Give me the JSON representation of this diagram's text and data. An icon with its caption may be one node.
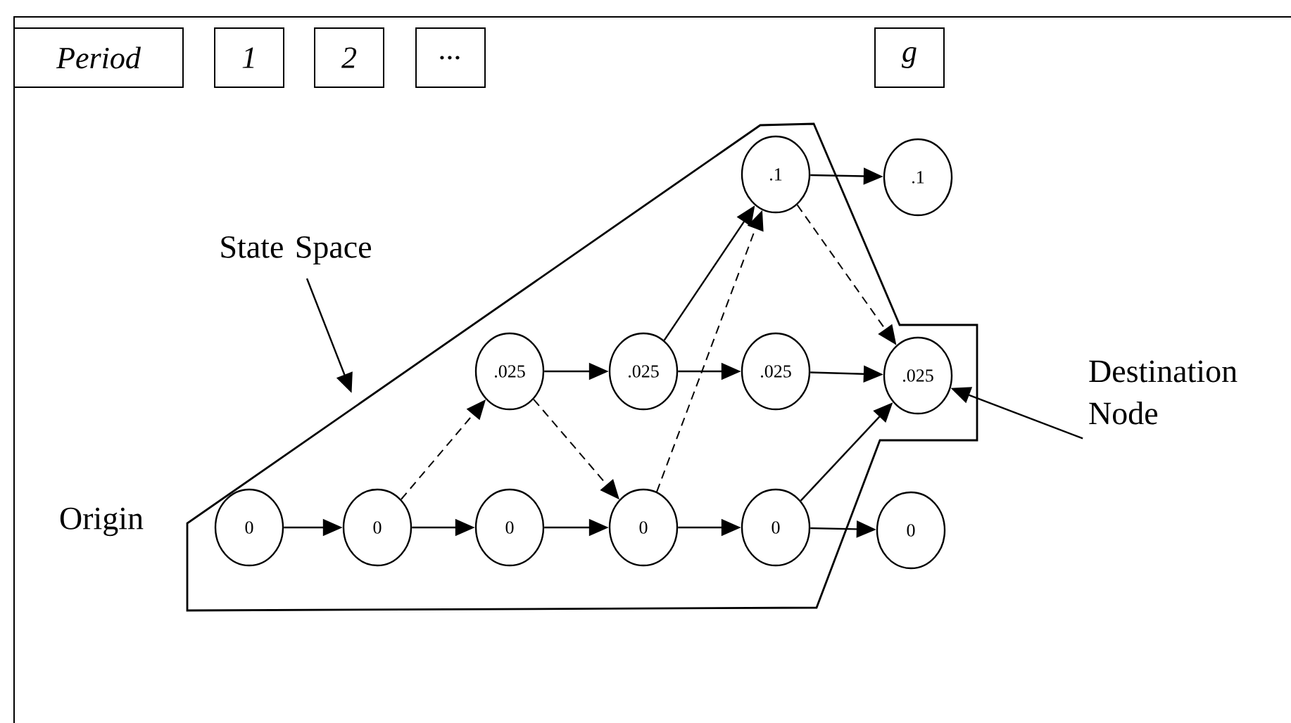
{
  "diagram": {
    "nodes": [
      {
        "text": [
          "Period"
        ]
      },
      {
        "text": [
          "1"
        ]
      },
      {
        "text": [
          "2"
        ]
      },
      {
        "text": [
          "..."
        ]
      },
      {
        "text": [
          "g"
        ]
      },
      {
        "text": [],
        "shape": "polygon"
      },
      {
        "text": [
          ".1"
        ],
        "in": 5
      },
      {
        "text": [
          ".1"
        ]
      },
      {
        "text": [
          "State Space"
        ]
      },
      {
        "text": [
          ".025"
        ],
        "in": 5
      },
      {
        "text": [
          ".025"
        ],
        "in": 5
      },
      {
        "text": [
          ".025"
        ],
        "in": 5
      },
      {
        "text": [
          ".025"
        ],
        "in": 5
      },
      {
        "text": [
          "Destination Node"
        ]
      },
      {
        "text": [
          "0"
        ],
        "in": 5,
        "beside": [
          "Origin"
        ]
      },
      {
        "text": [
          "0"
        ],
        "in": 5
      },
      {
        "text": [
          "0"
        ],
        "in": 5
      },
      {
        "text": [
          "0"
        ],
        "in": 5
      },
      {
        "text": [
          "0"
        ],
        "in": 5
      },
      {
        "text": [
          "0"
        ]
      }
    ],
    "edges": [
      {
        "from": 14,
        "to": 15,
        "arrow": "to"
      },
      {
        "from": 15,
        "to": 16,
        "arrow": "to"
      },
      {
        "from": 16,
        "to": 17,
        "arrow": "to"
      },
      {
        "from": 17,
        "to": 18,
        "arrow": "to"
      },
      {
        "from": 18,
        "to": 19,
        "arrow": "to"
      },
      {
        "from": 9,
        "to": 10,
        "arrow": "to"
      },
      {
        "from": 10,
        "to": 11,
        "arrow": "to"
      },
      {
        "from": 11,
        "to": 12,
        "arrow": "to"
      },
      {
        "from": 6,
        "to": 7,
        "arrow": "to"
      },
      {
        "from": 10,
        "to": 6,
        "arrow": "to"
      },
      {
        "from": 18,
        "to": 12,
        "arrow": "to"
      },
      {
        "from": 15,
        "to": 9,
        "arrow": "to",
        "style": "dashed"
      },
      {
        "from": 9,
        "to": 17,
        "arrow": "to",
        "style": "dashed"
      },
      {
        "from": 17,
        "to": 6,
        "arrow": "to",
        "style": "dashed"
      },
      {
        "from": 6,
        "to": 12,
        "arrow": "to",
        "style": "dashed"
      },
      {
        "from": 8,
        "to": 5,
        "arrow": "to"
      },
      {
        "from": 13,
        "to": 12,
        "arrow": "to"
      }
    ]
  }
}
